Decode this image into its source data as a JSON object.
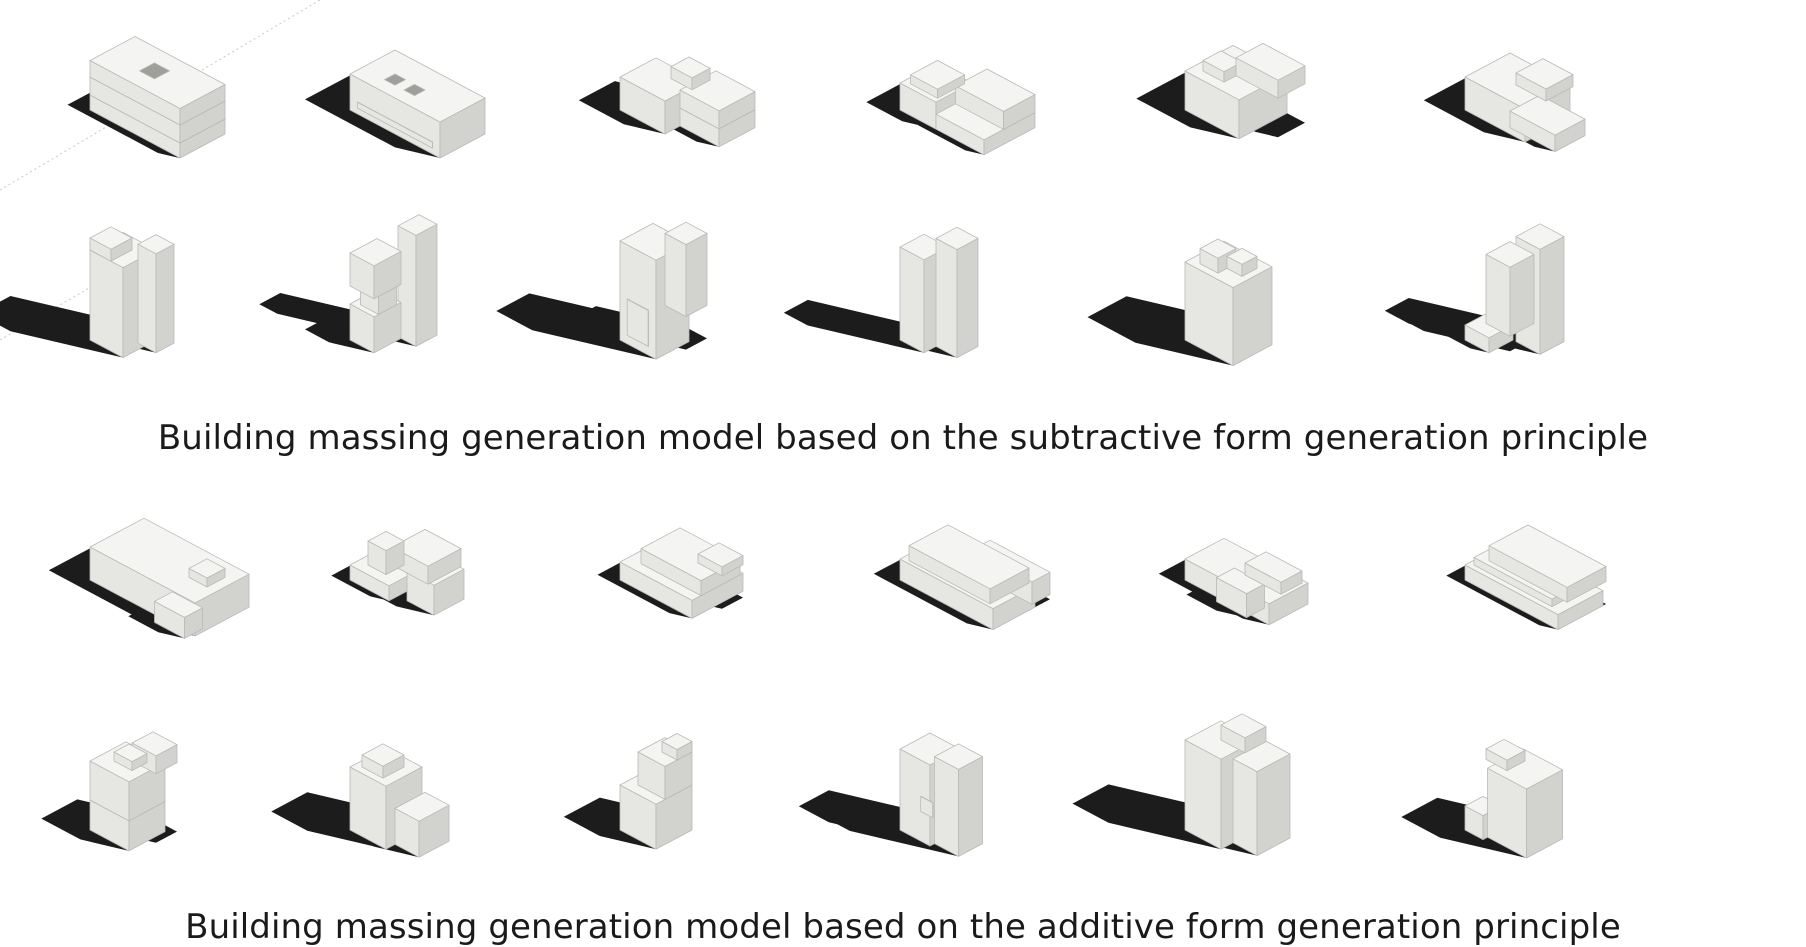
{
  "figure": {
    "groups": [
      {
        "id": "subtractive",
        "caption": "Building massing generation model based on the subtractive form generation principle",
        "rows": 2,
        "columns": 6
      },
      {
        "id": "additive",
        "caption": "Building massing generation model based on the additive form generation principle",
        "rows": 2,
        "columns": 6
      }
    ],
    "colors": {
      "top_face": "#f4f4f2",
      "left_face": "#e6e6e3",
      "right_face": "#d2d2ce",
      "void": "#9e9e9a",
      "shadow": "#1c1c1c",
      "outline": "#b9b9b5"
    }
  }
}
